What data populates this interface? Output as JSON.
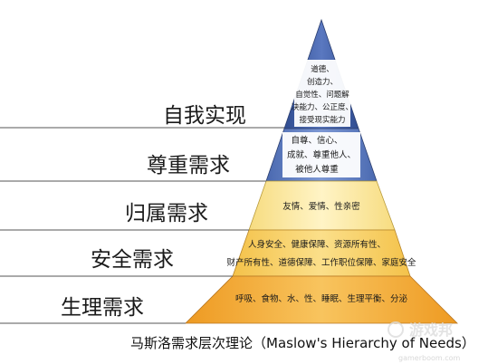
{
  "title": "马斯洛需求层次理论（Maslow's Hierarchy of Needs）",
  "colors": {
    "tier1": "#3f5fa8",
    "tier2": "#5f7fc4",
    "tier3": "#fbe8a0",
    "tier4": "#f8cf62",
    "tier5": "#f3aa32",
    "line": "#555555"
  },
  "levels": [
    {
      "name": "自我实现",
      "details": [
        "道德、",
        "创造力、",
        "自觉性、问题解",
        "决能力、公正度、",
        "接受现实能力"
      ]
    },
    {
      "name": "尊重需求",
      "details": [
        "自尊、信心、",
        "成就、尊重他人、",
        "被他人尊重"
      ]
    },
    {
      "name": "归属需求",
      "details": [
        "友情、爱情、性亲密"
      ]
    },
    {
      "name": "安全需求",
      "details": [
        "人身安全、健康保障、资源所有性、",
        "财产所有性、道德保障、工作职位保障、家庭安全"
      ]
    },
    {
      "name": "生理需求",
      "details": [
        "呼吸、食物、水、性、睡眠、生理平衡、分泌"
      ]
    }
  ],
  "watermark": {
    "logo": "游戏邦",
    "url": "gamerboom.com"
  }
}
